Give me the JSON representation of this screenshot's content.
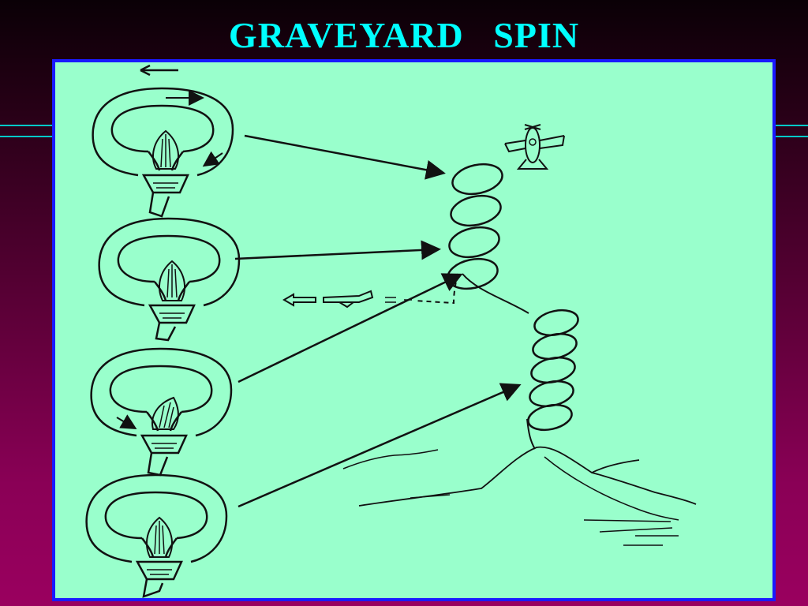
{
  "slide": {
    "title": "GRAVEYARD   SPIN"
  },
  "colors": {
    "title": "#00ffff",
    "panel_fill": "#99ffcc",
    "panel_border": "#1a1aff",
    "line_ink": "#111111",
    "accent_line": "#00c8c8"
  },
  "diagram": {
    "ear_count": 4,
    "spin_upper_loops": 4,
    "spin_lower_loops": 5
  }
}
